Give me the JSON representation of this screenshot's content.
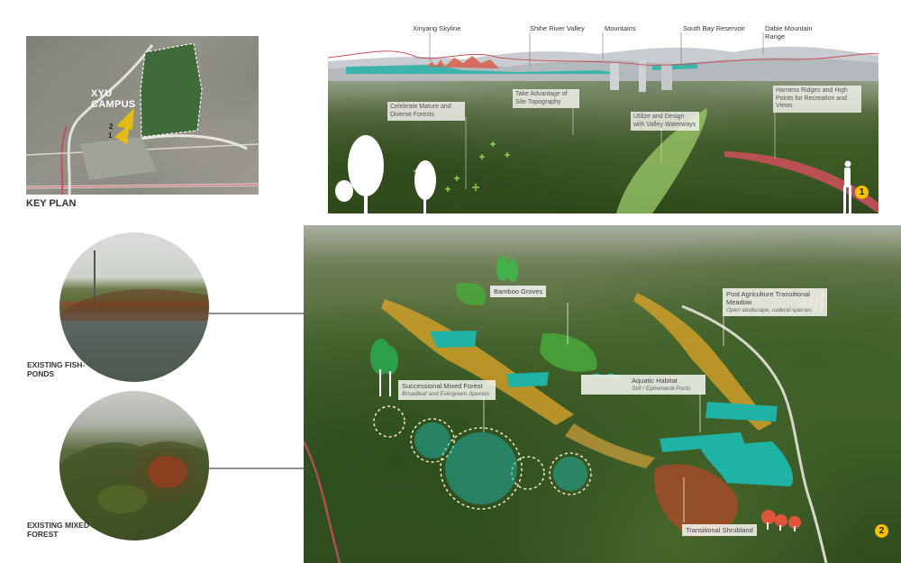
{
  "key_plan": {
    "campus_label_line1": "XYU",
    "campus_label_line2": "CAMPUS",
    "caption": "KEY PLAN",
    "marker_1": "1",
    "marker_2": "2"
  },
  "panorama": {
    "skyline_labels": [
      "Xinyang Skyline",
      "Shihe River Valley",
      "Mountains",
      "South Bay Reservoir",
      "Dabie Mountain Range"
    ],
    "callouts": [
      "Celebrate Mature and Diverse Forests",
      "Take Advantage of Site Topography",
      "Utilize and Design with Valley Waterways",
      "Harness Ridges and High Points for Recreation and Views"
    ],
    "badge": "1"
  },
  "aerial": {
    "labels": {
      "bamboo": "Bamboo Groves",
      "meadow_title": "Post Agriculture Transitional Meadow",
      "meadow_sub": "Open landscape, ruderal species",
      "forest_title": "Successional Mixed Forest",
      "forest_sub": "Broadleaf and Evergreen Species",
      "aquatic_title": "Aquatic Habitat",
      "aquatic_sub": "Still / Ephemeral Pools",
      "shrubland": "Transitional Shrubland"
    },
    "badge": "2"
  },
  "photos": {
    "fishponds_line1": "EXISTING FISH-",
    "fishponds_line2": "PONDS",
    "forest_line1": "EXISTING MIXED",
    "forest_line2": "FOREST"
  },
  "colors": {
    "route": "#c8505a",
    "water": "#1fb3a6",
    "meadow": "#e0a62a",
    "plant_green": "#2d9e4a",
    "accent_yellow": "#f2c200"
  }
}
